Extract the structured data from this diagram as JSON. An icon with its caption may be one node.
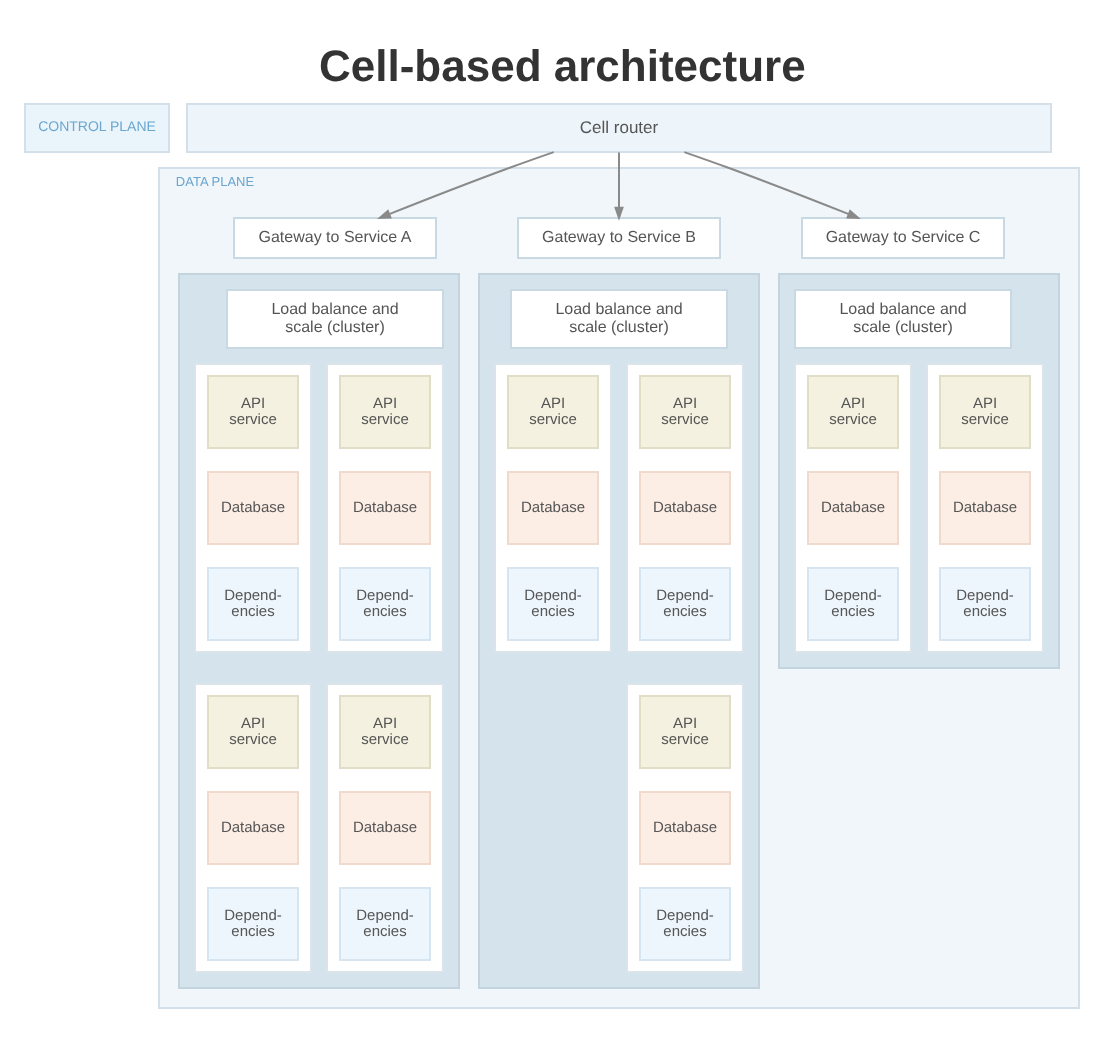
{
  "diagram": {
    "title": "Cell-based architecture",
    "nodes": [
      {
        "text": [
          "CONTROL PLANE"
        ]
      },
      {
        "text": [
          "Cell router"
        ]
      },
      {
        "text": [
          "DATA PLANE"
        ]
      },
      {
        "text": [
          "Gateway to Service A"
        ],
        "in": 2
      },
      {
        "text": [],
        "shape": "box",
        "in": 2
      },
      {
        "text": [
          "Load balance and scale (cluster)"
        ],
        "in": 4
      },
      {
        "text": [],
        "shape": "box",
        "in": 4
      },
      {
        "text": [
          "API service"
        ],
        "in": 6
      },
      {
        "text": [
          "Database"
        ],
        "in": 6
      },
      {
        "text": [
          "Depend- encies"
        ],
        "in": 6
      },
      {
        "text": [],
        "shape": "box",
        "in": 4
      },
      {
        "text": [
          "API service"
        ],
        "in": 10
      },
      {
        "text": [
          "Database"
        ],
        "in": 10
      },
      {
        "text": [
          "Depend- encies"
        ],
        "in": 10
      },
      {
        "text": [],
        "shape": "box",
        "in": 4
      },
      {
        "text": [
          "API service"
        ],
        "in": 14
      },
      {
        "text": [
          "Database"
        ],
        "in": 14
      },
      {
        "text": [
          "Depend- encies"
        ],
        "in": 14
      },
      {
        "text": [],
        "shape": "box",
        "in": 4
      },
      {
        "text": [
          "API service"
        ],
        "in": 18
      },
      {
        "text": [
          "Database"
        ],
        "in": 18
      },
      {
        "text": [
          "Depend- encies"
        ],
        "in": 18
      },
      {
        "text": [
          "Gateway to Service B"
        ],
        "in": 2
      },
      {
        "text": [],
        "shape": "box",
        "in": 2
      },
      {
        "text": [
          "Load balance and scale (cluster)"
        ],
        "in": 23
      },
      {
        "text": [],
        "shape": "box",
        "in": 23
      },
      {
        "text": [
          "API service"
        ],
        "in": 25
      },
      {
        "text": [
          "Database"
        ],
        "in": 25
      },
      {
        "text": [
          "Depend- encies"
        ],
        "in": 25
      },
      {
        "text": [],
        "shape": "box",
        "in": 23
      },
      {
        "text": [
          "API service"
        ],
        "in": 29
      },
      {
        "text": [
          "Database"
        ],
        "in": 29
      },
      {
        "text": [
          "Depend- encies"
        ],
        "in": 29
      },
      {
        "text": [],
        "shape": "box",
        "in": 23
      },
      {
        "text": [
          "API service"
        ],
        "in": 33
      },
      {
        "text": [
          "Database"
        ],
        "in": 33
      },
      {
        "text": [
          "Depend- encies"
        ],
        "in": 33
      },
      {
        "text": [
          "Gateway to Service C"
        ],
        "in": 2
      },
      {
        "text": [],
        "shape": "box",
        "in": 2
      },
      {
        "text": [
          "Load balance and scale (cluster)"
        ],
        "in": 38
      },
      {
        "text": [],
        "shape": "box",
        "in": 38
      },
      {
        "text": [
          "API service"
        ],
        "in": 40
      },
      {
        "text": [
          "Database"
        ],
        "in": 40
      },
      {
        "text": [
          "Depend- encies"
        ],
        "in": 40
      },
      {
        "text": [],
        "shape": "box",
        "in": 38
      },
      {
        "text": [
          "API service"
        ],
        "in": 44
      },
      {
        "text": [
          "Database"
        ],
        "in": 44
      },
      {
        "text": [
          "Depend- encies"
        ],
        "in": 44
      }
    ],
    "edges": [
      {
        "from": 1,
        "to": 3,
        "arrow": "to"
      },
      {
        "from": 1,
        "to": 22,
        "arrow": "to"
      },
      {
        "from": 1,
        "to": 37,
        "arrow": "to"
      }
    ]
  }
}
